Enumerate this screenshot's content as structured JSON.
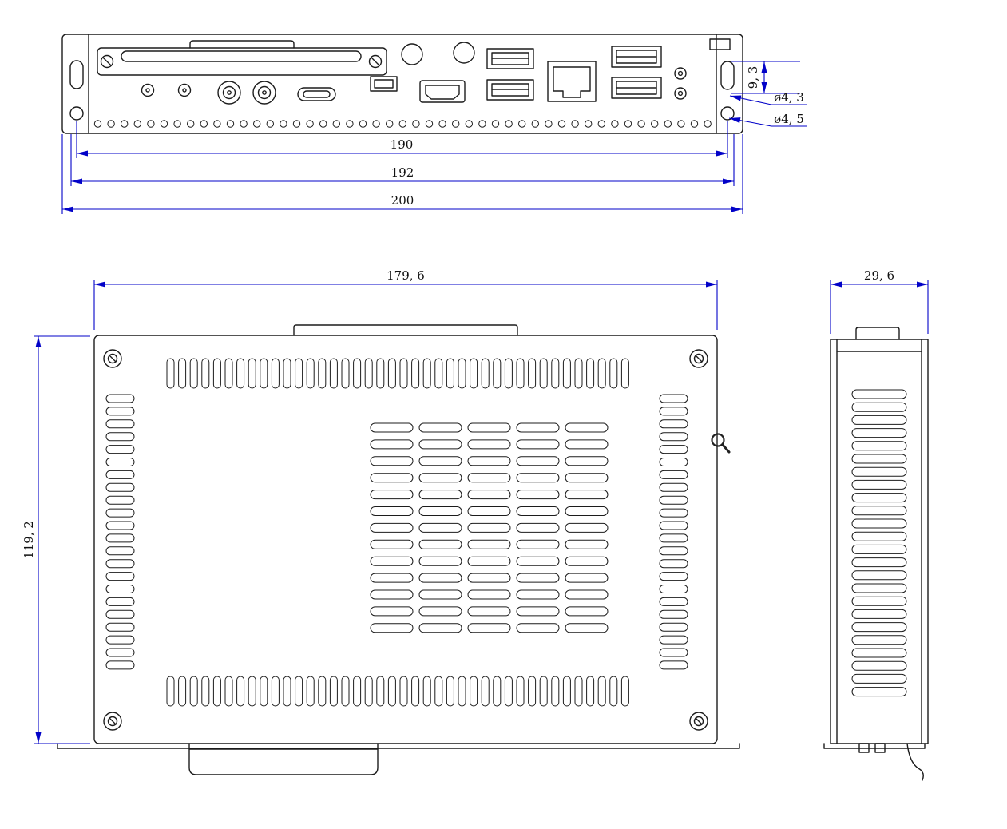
{
  "drawing": {
    "rear_view": {
      "dim_mount_holes": "190",
      "dim_inner_width": "192",
      "dim_overall_width": "200",
      "dim_hole_offset": "9, 3",
      "dim_dia_slot": "ø4, 3",
      "dim_dia_hole": "ø4, 5"
    },
    "top_view": {
      "dim_width": "179, 6",
      "dim_depth": "119, 2"
    },
    "side_view": {
      "dim_width": "29, 6"
    },
    "cursor_icon": "magnifier"
  }
}
